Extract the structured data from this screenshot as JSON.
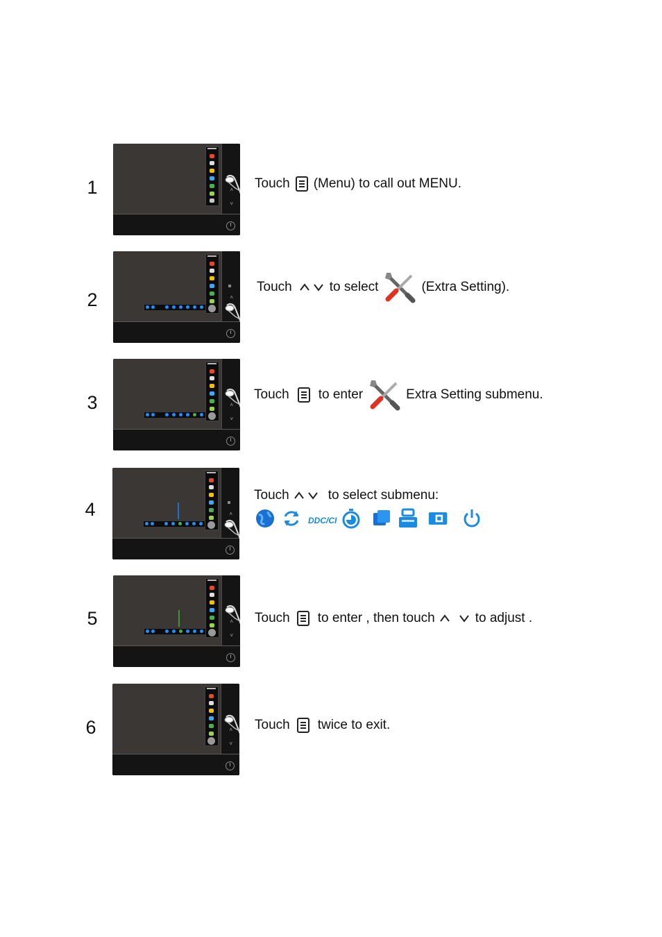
{
  "steps": [
    {
      "num": "1",
      "parts": [
        "Touch",
        "(Menu) to  call out MENU."
      ]
    },
    {
      "num": "2",
      "parts": [
        "Touch",
        "to select",
        "(Extra Setting)."
      ]
    },
    {
      "num": "3",
      "parts": [
        "Touch",
        "to enter",
        "Extra Setting  submenu."
      ]
    },
    {
      "num": "4",
      "parts": [
        "Touch",
        "to select submenu:"
      ]
    },
    {
      "num": "5",
      "parts": [
        "Touch",
        "to enter , then touch",
        "to adjust ."
      ]
    },
    {
      "num": "6",
      "parts": [
        "Touch",
        "twice to exit."
      ]
    }
  ],
  "submenu_icons": [
    {
      "name": "language-globe-icon"
    },
    {
      "name": "reset-icon"
    },
    {
      "name": "ddc-ci-icon",
      "label": "DDC/CI"
    },
    {
      "name": "timer-icon"
    },
    {
      "name": "image-ratio-icon"
    },
    {
      "name": "input-select-icon"
    },
    {
      "name": "display-mode-icon"
    },
    {
      "name": "power-icon"
    }
  ],
  "colors": {
    "accent": "#1a8be0",
    "monitor": "#3a3734",
    "bezel": "#141414"
  }
}
